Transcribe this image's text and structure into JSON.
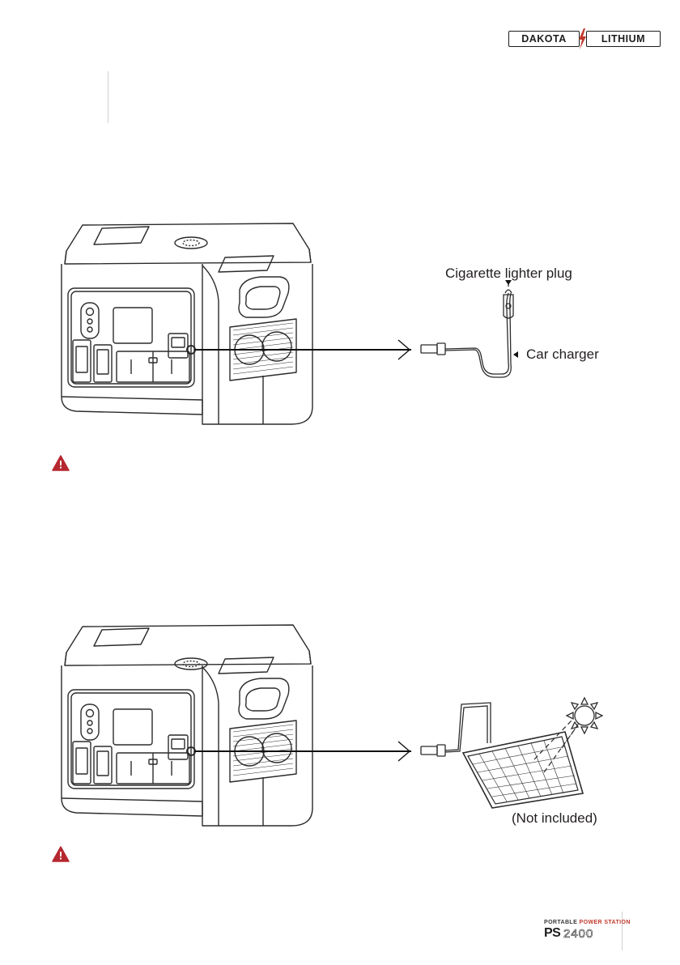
{
  "header": {
    "brand_left": "DAKOTA",
    "brand_right": "LITHIUM"
  },
  "car_diagram": {
    "label_plug": "Cigarette lighter plug",
    "label_charger": "Car charger"
  },
  "solar_diagram": {
    "label_not_included": "(Not included)"
  },
  "footer": {
    "line1_a": "PORTABLE ",
    "line1_b": "POWER STATION",
    "ps": "PS",
    "model_number": "2400"
  },
  "icons": {
    "warning": "warning-triangle-icon",
    "warning_color": "#b5282f"
  }
}
